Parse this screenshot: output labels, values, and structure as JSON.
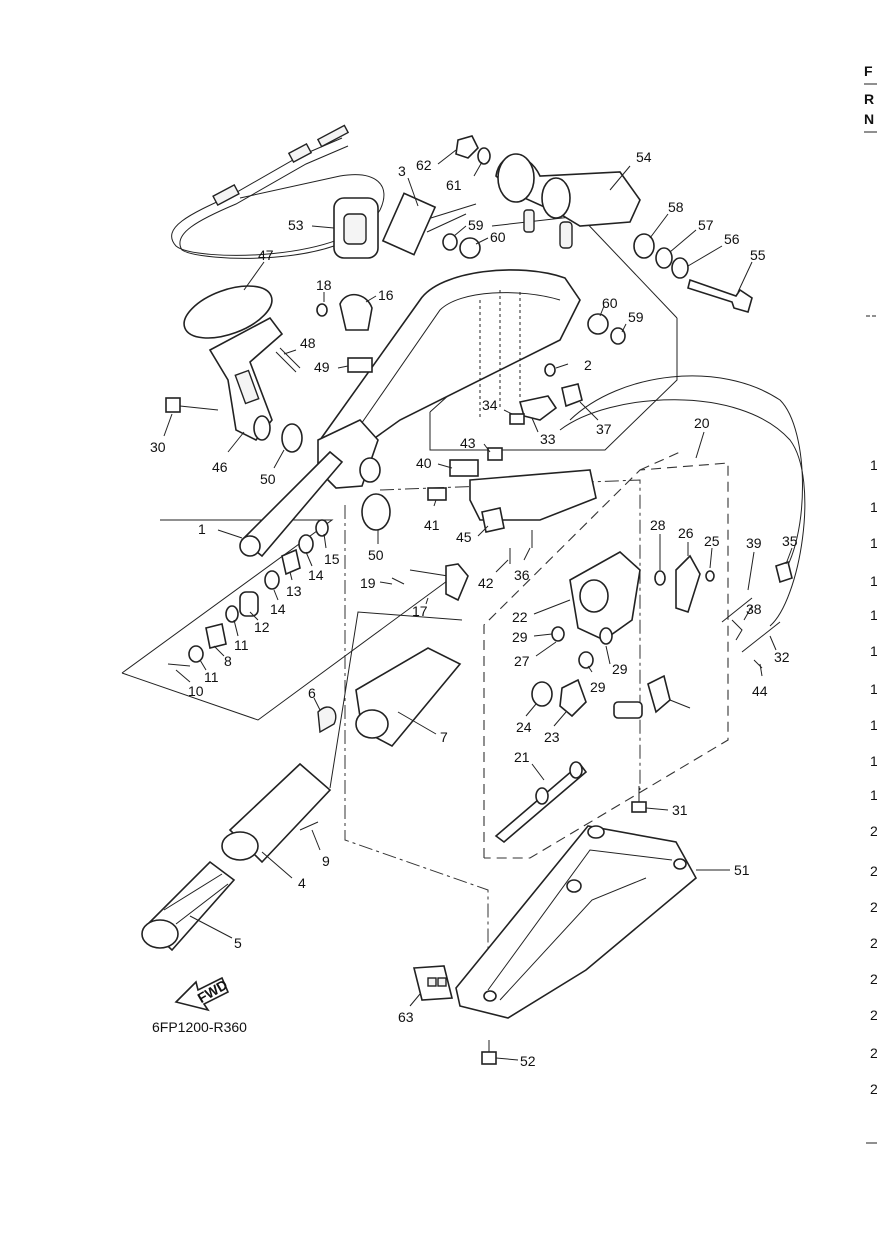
{
  "diagram": {
    "code": "6FP1200-R360",
    "fwd_label": "FWD",
    "edge_header": [
      "F",
      "R",
      "N"
    ],
    "edge_column": [
      "1",
      "1",
      "1",
      "1",
      "1",
      "1",
      "1",
      "1",
      "1",
      "1",
      "2",
      "2",
      "2",
      "2",
      "2",
      "2",
      "2",
      "2"
    ],
    "callouts": [
      {
        "id": "c1",
        "label": "1"
      },
      {
        "id": "c2",
        "label": "2"
      },
      {
        "id": "c3",
        "label": "3"
      },
      {
        "id": "c4",
        "label": "4"
      },
      {
        "id": "c5",
        "label": "5"
      },
      {
        "id": "c6",
        "label": "6"
      },
      {
        "id": "c7",
        "label": "7"
      },
      {
        "id": "c8",
        "label": "8"
      },
      {
        "id": "c9",
        "label": "9"
      },
      {
        "id": "c10",
        "label": "10"
      },
      {
        "id": "c11a",
        "label": "11"
      },
      {
        "id": "c11b",
        "label": "11"
      },
      {
        "id": "c12",
        "label": "12"
      },
      {
        "id": "c13",
        "label": "13"
      },
      {
        "id": "c14a",
        "label": "14"
      },
      {
        "id": "c14b",
        "label": "14"
      },
      {
        "id": "c15",
        "label": "15"
      },
      {
        "id": "c16",
        "label": "16"
      },
      {
        "id": "c17",
        "label": "17"
      },
      {
        "id": "c18",
        "label": "18"
      },
      {
        "id": "c19",
        "label": "19"
      },
      {
        "id": "c20",
        "label": "20"
      },
      {
        "id": "c21",
        "label": "21"
      },
      {
        "id": "c22",
        "label": "22"
      },
      {
        "id": "c23",
        "label": "23"
      },
      {
        "id": "c24",
        "label": "24"
      },
      {
        "id": "c25",
        "label": "25"
      },
      {
        "id": "c26",
        "label": "26"
      },
      {
        "id": "c27",
        "label": "27"
      },
      {
        "id": "c28",
        "label": "28"
      },
      {
        "id": "c29a",
        "label": "29"
      },
      {
        "id": "c29b",
        "label": "29"
      },
      {
        "id": "c29c",
        "label": "29"
      },
      {
        "id": "c30",
        "label": "30"
      },
      {
        "id": "c31",
        "label": "31"
      },
      {
        "id": "c32",
        "label": "32"
      },
      {
        "id": "c33",
        "label": "33"
      },
      {
        "id": "c34",
        "label": "34"
      },
      {
        "id": "c35",
        "label": "35"
      },
      {
        "id": "c36",
        "label": "36"
      },
      {
        "id": "c37",
        "label": "37"
      },
      {
        "id": "c38",
        "label": "38"
      },
      {
        "id": "c39",
        "label": "39"
      },
      {
        "id": "c40",
        "label": "40"
      },
      {
        "id": "c41",
        "label": "41"
      },
      {
        "id": "c42",
        "label": "42"
      },
      {
        "id": "c43",
        "label": "43"
      },
      {
        "id": "c44",
        "label": "44"
      },
      {
        "id": "c45",
        "label": "45"
      },
      {
        "id": "c46",
        "label": "46"
      },
      {
        "id": "c47",
        "label": "47"
      },
      {
        "id": "c48",
        "label": "48"
      },
      {
        "id": "c49",
        "label": "49"
      },
      {
        "id": "c50a",
        "label": "50"
      },
      {
        "id": "c50b",
        "label": "50"
      },
      {
        "id": "c51",
        "label": "51"
      },
      {
        "id": "c52",
        "label": "52"
      },
      {
        "id": "c53",
        "label": "53"
      },
      {
        "id": "c54",
        "label": "54"
      },
      {
        "id": "c55",
        "label": "55"
      },
      {
        "id": "c56",
        "label": "56"
      },
      {
        "id": "c57",
        "label": "57"
      },
      {
        "id": "c58",
        "label": "58"
      },
      {
        "id": "c59a",
        "label": "59"
      },
      {
        "id": "c59b",
        "label": "59"
      },
      {
        "id": "c60a",
        "label": "60"
      },
      {
        "id": "c60b",
        "label": "60"
      },
      {
        "id": "c61",
        "label": "61"
      },
      {
        "id": "c62",
        "label": "62"
      },
      {
        "id": "c63",
        "label": "63"
      }
    ]
  }
}
